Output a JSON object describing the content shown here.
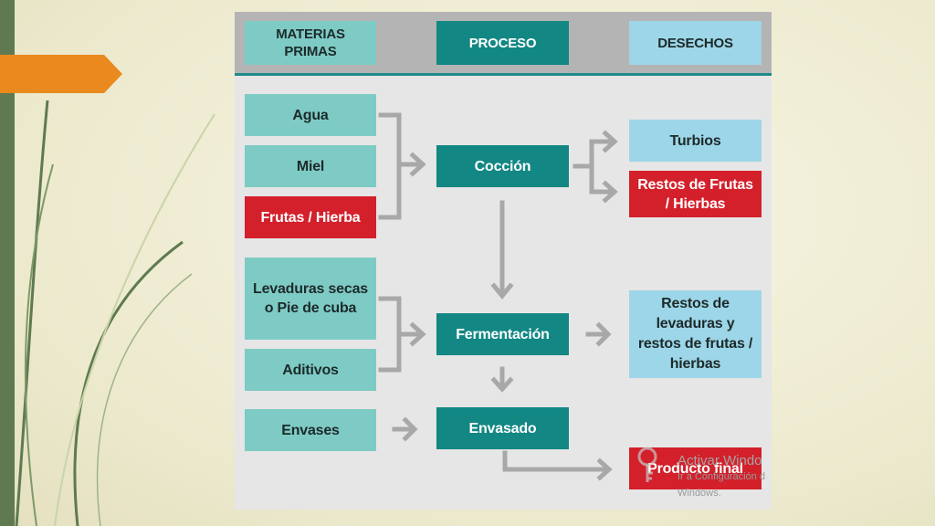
{
  "header": {
    "materias_primas": "MATERIAS\nPRIMAS",
    "proceso": "PROCESO",
    "desechos": "DESECHOS"
  },
  "materias": {
    "agua": "Agua",
    "miel": "Miel",
    "frutas": "Frutas / Hierba",
    "levaduras": "Levaduras secas\no Pie de cuba",
    "aditivos": "Aditivos",
    "envases": "Envases"
  },
  "proceso": {
    "coccion": "Cocción",
    "fermentacion": "Fermentación",
    "envasado": "Envasado"
  },
  "desechos": {
    "turbios": "Turbios",
    "restos_frutas": "Restos de Frutas\n/ Hierbas",
    "restos_levaduras": "Restos de\nlevaduras y\nrestos de frutas /\nhierbas",
    "producto_final": "Producto final"
  },
  "watermark": {
    "title": "Activar Windo",
    "line1": "Ir a Configuración d",
    "line2": "Windows."
  },
  "colors": {
    "teal_light": "#7ecbc5",
    "teal_dark": "#128784",
    "cyan": "#9dd6e8",
    "red": "#d3202b",
    "arrow": "#a8a8a8",
    "accent_orange": "#ea8a1e"
  }
}
